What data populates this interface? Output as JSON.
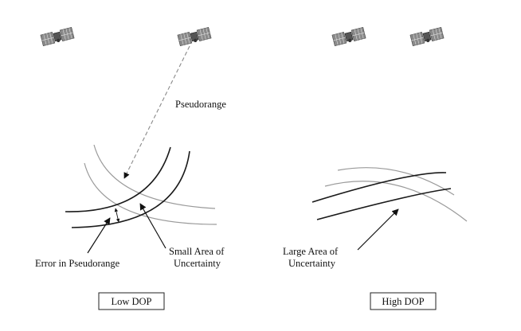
{
  "colors": {
    "dark_curve": "#1a1a1a",
    "light_curve": "#9a9a9a",
    "panel": "#7f7f7f",
    "arrow": "#111111"
  },
  "icons": {
    "satellite": "satellite-icon"
  },
  "low_dop": {
    "title": "Low DOP",
    "pseudorange_label": "Pseudorange",
    "error_label": "Error in Pseudorange",
    "small_area_label_line1": "Small Area of",
    "small_area_label_line2": "Uncertainty"
  },
  "high_dop": {
    "title": "High DOP",
    "large_area_label_line1": "Large Area of",
    "large_area_label_line2": "Uncertainty"
  }
}
